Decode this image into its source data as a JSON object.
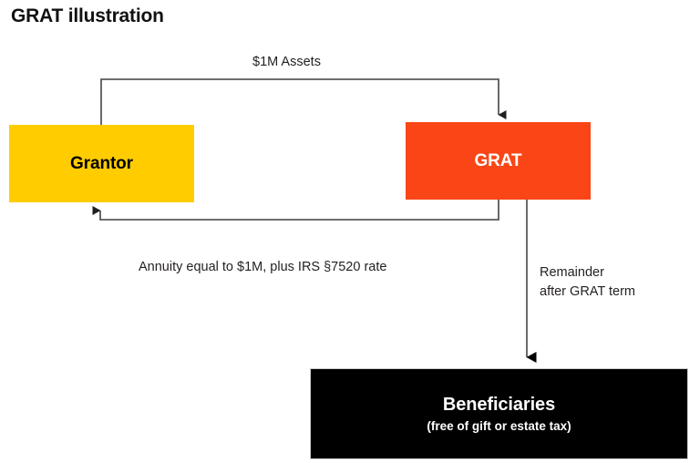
{
  "page": {
    "title": "GRAT illustration",
    "background_color": "#ffffff"
  },
  "colors": {
    "grantor_fill": "#FFCC00",
    "grat_fill": "#FA4616",
    "beneficiaries_fill": "#000000",
    "arrow_stroke": "#58595b",
    "text_dark": "#231f20",
    "text_light": "#ffffff"
  },
  "nodes": {
    "grantor": {
      "label": "Grantor"
    },
    "grat": {
      "label": "GRAT"
    },
    "beneficiaries": {
      "label": "Beneficiaries",
      "sublabel": "(free of gift or estate tax)"
    }
  },
  "edges": {
    "assets": {
      "label": "$1M Assets",
      "from": "Grantor",
      "to": "GRAT"
    },
    "annuity": {
      "label": "Annuity equal to $1M, plus IRS §7520 rate",
      "from": "GRAT",
      "to": "Grantor"
    },
    "remainder": {
      "line1": "Remainder",
      "line2": "after GRAT term",
      "from": "GRAT",
      "to": "Beneficiaries"
    }
  }
}
